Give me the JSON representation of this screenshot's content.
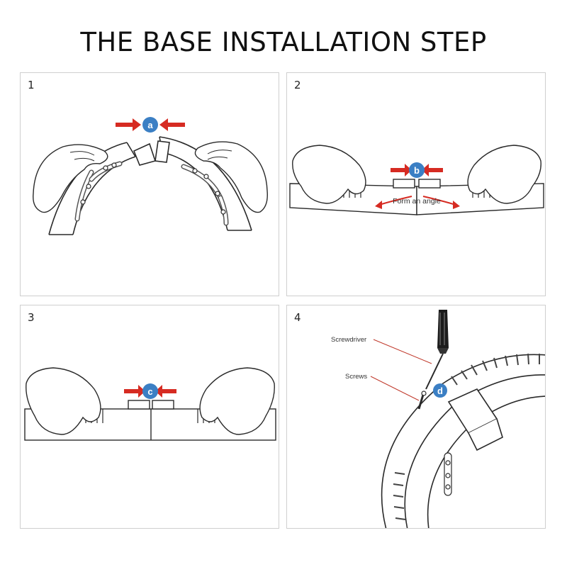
{
  "title": "THE BASE INSTALLATION STEP",
  "colors": {
    "arrow": "#d62b22",
    "badge": "#3b7fc4",
    "line": "#2a2a2a"
  },
  "panels": [
    {
      "number": "1",
      "badge": "a"
    },
    {
      "number": "2",
      "badge": "b",
      "annotation": "Form an angle"
    },
    {
      "number": "3",
      "badge": "c"
    },
    {
      "number": "4",
      "badge": "d",
      "callouts": {
        "screwdriver": "Screwdriver",
        "screws": "Screws"
      }
    }
  ]
}
